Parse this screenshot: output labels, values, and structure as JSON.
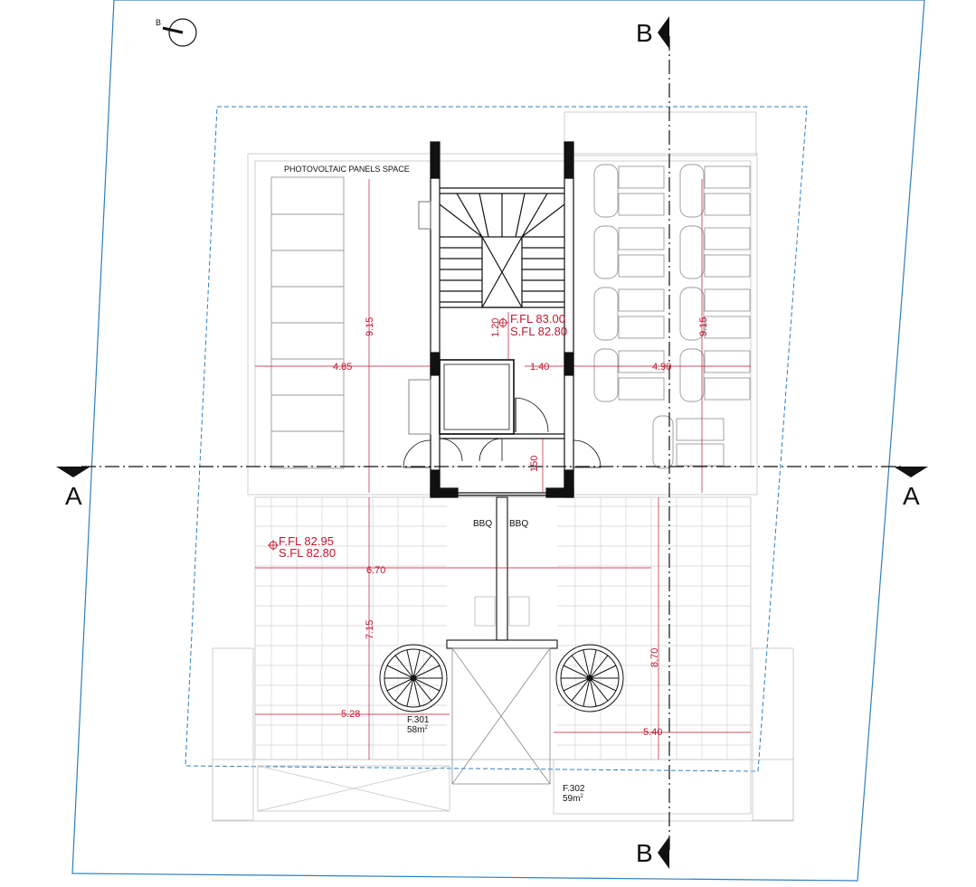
{
  "north_arrow": {
    "label": "B"
  },
  "section_marks": {
    "a_left": "A",
    "a_right": "A",
    "b_top": "B",
    "b_bottom": "B"
  },
  "labels": {
    "pv_space": "PHOTOVOLTAIC PANELS SPACE",
    "bbq_left": "BBQ",
    "bbq_right": "BBQ"
  },
  "levels": {
    "stair": {
      "ffl": "F.FL 83.00",
      "sfl": "S.FL 82.80"
    },
    "roof": {
      "ffl": "F.FL 82.95",
      "sfl": "S.FL 82.80"
    }
  },
  "flats": [
    {
      "name": "F.301",
      "area": "58m",
      "sup": "2"
    },
    {
      "name": "F.302",
      "area": "59m",
      "sup": "2"
    }
  ],
  "dimensions": {
    "d_915_left": "9.15",
    "d_485": "4.85",
    "d_120": "1.20",
    "d_140": "1.40",
    "d_490": "4.90",
    "d_915_right": "9.15",
    "d_150": "150",
    "d_670": "6.70",
    "d_715": "7.15",
    "d_528": "5.28",
    "d_870": "8.70",
    "d_540": "5.40"
  },
  "colors": {
    "plot_boundary": "#2e7fbf",
    "building_outline_dashed": "#2e7fbf",
    "dimension_red": "#c0182f",
    "walls": "#111111",
    "light_lines": "#b5b5b5"
  }
}
